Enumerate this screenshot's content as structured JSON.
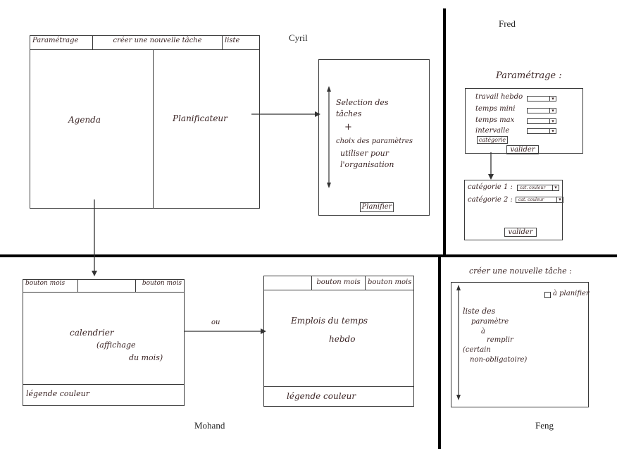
{
  "authors": {
    "cyril": "Cyril",
    "fred": "Fred",
    "mohand": "Mohand",
    "feng": "Feng"
  },
  "cyril": {
    "menu": [
      "Paramétrage",
      "créer une nouvelle tâche",
      "liste"
    ],
    "left_panel": "Agenda",
    "right_panel": "Planificateur",
    "side_text_1": "Selection des",
    "side_text_2": "tâches",
    "side_plus": "+",
    "side_text_3": "choix des paramètres",
    "side_text_4": "utiliser pour",
    "side_text_5": "l'organisation",
    "button": "Planifier"
  },
  "fred": {
    "title": "Paramétrage :",
    "fields": [
      "travail hebdo",
      "temps mini",
      "temps max",
      "intervalle"
    ],
    "category_button": "catégorie",
    "validate": "valider",
    "categories": [
      "catégorie 1 :",
      "catégorie 2 :"
    ],
    "category_values": [
      "cat. couleur",
      "cat. couleur"
    ],
    "validate2": "valider"
  },
  "mohand": {
    "left_header": [
      "bouton mois",
      "bouton mois"
    ],
    "left_text_1": "calendrier",
    "left_text_2": "(affichage",
    "left_text_3": "du mois)",
    "left_footer": "légende couleur",
    "or": "ou",
    "right_header": [
      "bouton mois",
      "bouton mois"
    ],
    "right_text_1": "Emplois du temps",
    "right_text_2": "hebdo",
    "right_footer": "légende couleur"
  },
  "feng": {
    "title": "créer une nouvelle tâche :",
    "checkbox": "à planifier",
    "text_1": "liste des",
    "text_2": "paramètre",
    "text_3": "à",
    "text_4": "remplir",
    "text_5": "(certain",
    "text_6": "non-obligatoire)"
  }
}
